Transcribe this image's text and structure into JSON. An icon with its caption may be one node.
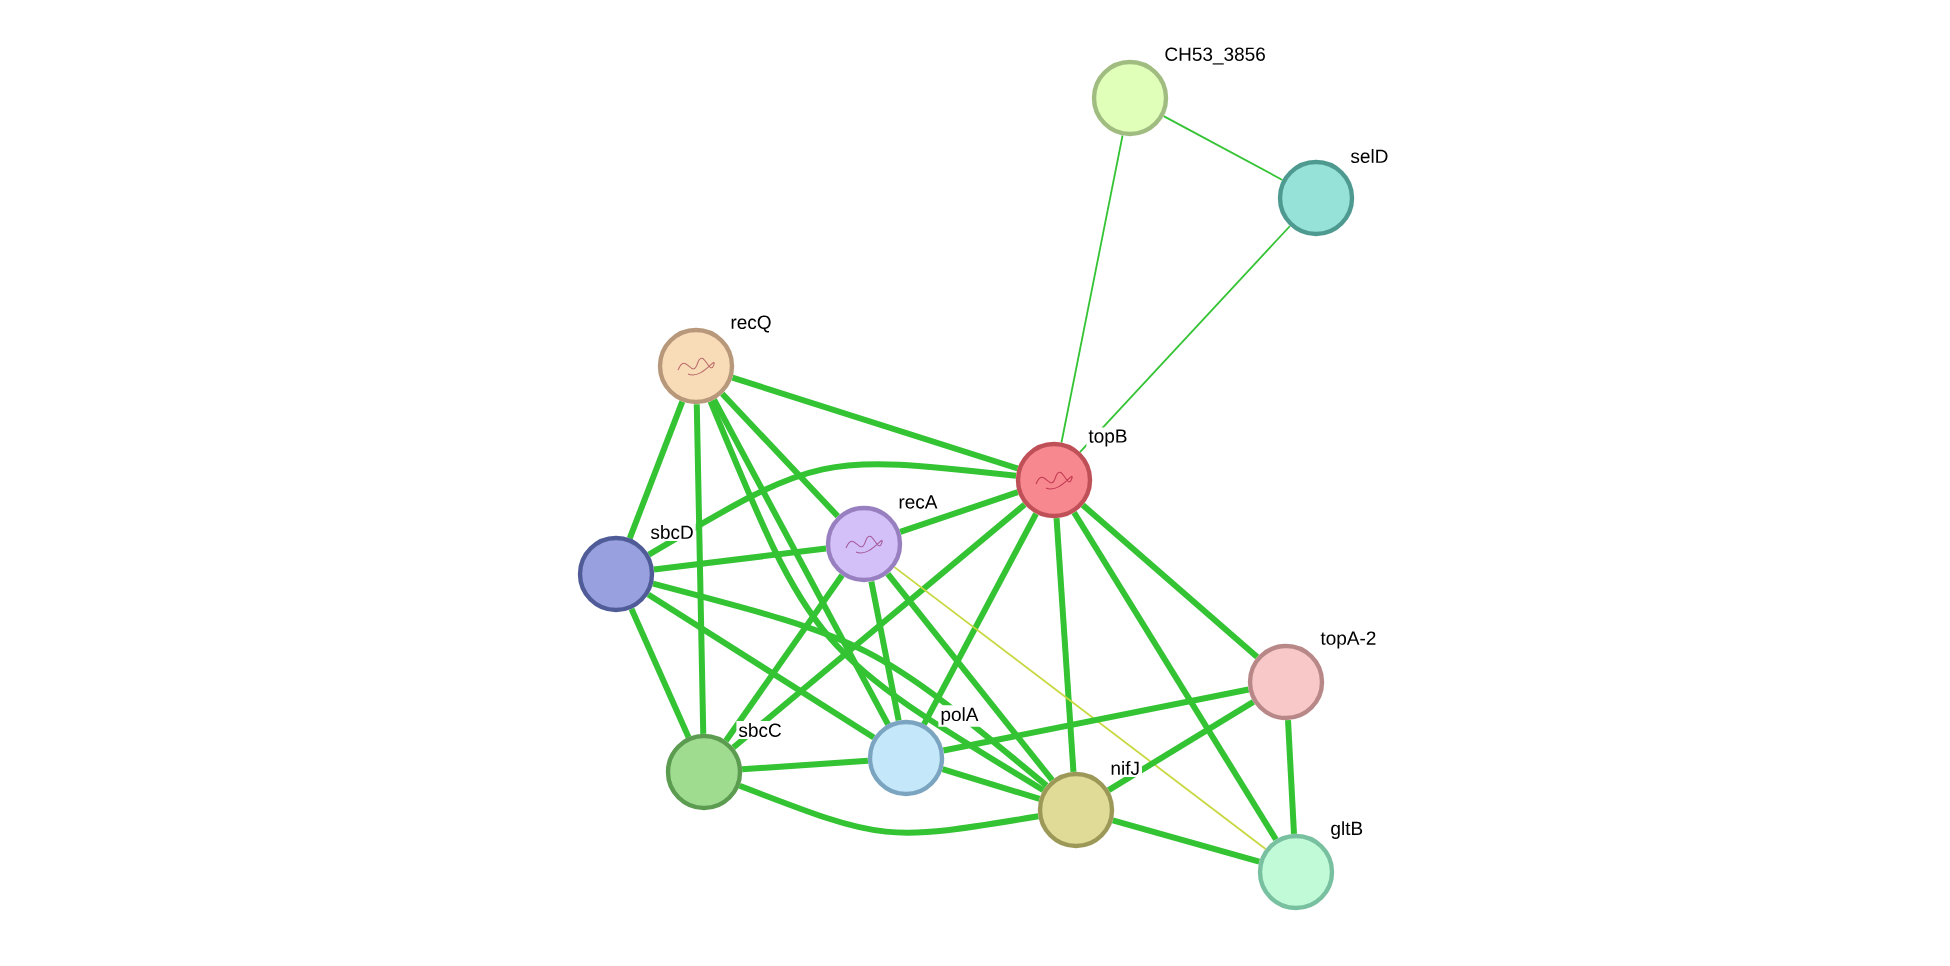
{
  "diagram": {
    "nodes": [
      {
        "text": [],
        "shape": "circle",
        "beside": [
          "CH53_3856"
        ]
      },
      {
        "text": [],
        "shape": "circle",
        "beside": [
          "selD"
        ]
      },
      {
        "text": [],
        "shape": "circle",
        "beside": [
          "recQ"
        ]
      },
      {
        "text": [],
        "shape": "circle",
        "beside": [
          "topB"
        ]
      },
      {
        "text": [],
        "shape": "circle",
        "beside": [
          "recA"
        ]
      },
      {
        "text": [],
        "shape": "circle",
        "beside": [
          "sbcD"
        ]
      },
      {
        "text": [],
        "shape": "circle",
        "beside": [
          "topA-2"
        ]
      },
      {
        "text": [],
        "shape": "circle",
        "beside": [
          "polA"
        ]
      },
      {
        "text": [],
        "shape": "circle",
        "beside": [
          "sbcC"
        ]
      },
      {
        "text": [],
        "shape": "circle",
        "beside": [
          "nifJ"
        ]
      },
      {
        "text": [],
        "shape": "circle",
        "beside": [
          "gltB"
        ]
      }
    ],
    "edges": [
      {
        "from": 0,
        "to": 1,
        "arrow": "none",
        "color": "#33c333"
      },
      {
        "from": 0,
        "to": 3,
        "arrow": "none",
        "color": "#33c333"
      },
      {
        "from": 1,
        "to": 3,
        "arrow": "none",
        "color": "#33c333"
      },
      {
        "from": 2,
        "to": 3,
        "arrow": "none"
      },
      {
        "from": 2,
        "to": 4,
        "arrow": "none"
      },
      {
        "from": 2,
        "to": 5,
        "arrow": "none"
      },
      {
        "from": 2,
        "to": 8,
        "arrow": "none"
      },
      {
        "from": 2,
        "to": 7,
        "arrow": "none"
      },
      {
        "from": 2,
        "to": 9,
        "arrow": "none"
      },
      {
        "from": 3,
        "to": 4,
        "arrow": "none"
      },
      {
        "from": 3,
        "to": 5,
        "arrow": "none"
      },
      {
        "from": 3,
        "to": 8,
        "arrow": "none"
      },
      {
        "from": 3,
        "to": 7,
        "arrow": "none"
      },
      {
        "from": 3,
        "to": 9,
        "arrow": "none"
      },
      {
        "from": 3,
        "to": 6,
        "arrow": "none"
      },
      {
        "from": 3,
        "to": 10,
        "arrow": "none"
      },
      {
        "from": 4,
        "to": 5,
        "arrow": "none"
      },
      {
        "from": 4,
        "to": 8,
        "arrow": "none"
      },
      {
        "from": 4,
        "to": 7,
        "arrow": "none"
      },
      {
        "from": 4,
        "to": 9,
        "arrow": "none"
      },
      {
        "from": 4,
        "to": 10,
        "arrow": "none",
        "color": "#c8d840"
      },
      {
        "from": 5,
        "to": 8,
        "arrow": "none"
      },
      {
        "from": 5,
        "to": 7,
        "arrow": "none"
      },
      {
        "from": 5,
        "to": 9,
        "arrow": "none"
      },
      {
        "from": 8,
        "to": 7,
        "arrow": "none"
      },
      {
        "from": 8,
        "to": 9,
        "arrow": "none"
      },
      {
        "from": 7,
        "to": 9,
        "arrow": "none"
      },
      {
        "from": 7,
        "to": 6,
        "arrow": "none"
      },
      {
        "from": 9,
        "to": 6,
        "arrow": "none"
      },
      {
        "from": 9,
        "to": 10,
        "arrow": "none"
      },
      {
        "from": 6,
        "to": 10,
        "arrow": "none"
      }
    ]
  }
}
